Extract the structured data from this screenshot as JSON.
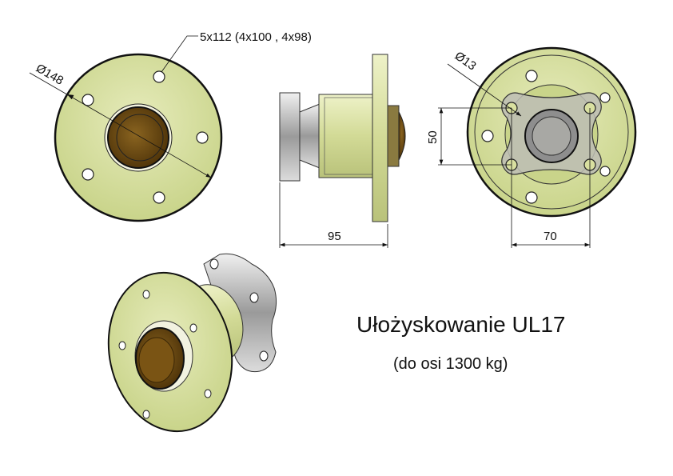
{
  "title": "Ułożyskowanie UL17",
  "subtitle": "(do osi 1300 kg)",
  "dimensions": {
    "bolt_pattern": "5x112 (4x100 , 4x98)",
    "flange_diameter": "Ø148",
    "hole_diameter": "Ø13",
    "length": "95",
    "plate_height": "50",
    "plate_width": "70"
  },
  "colors": {
    "flange": "#d9e0a0",
    "cap": "#6b4a10",
    "plate": "#b8b8b8",
    "line": "#111111"
  }
}
